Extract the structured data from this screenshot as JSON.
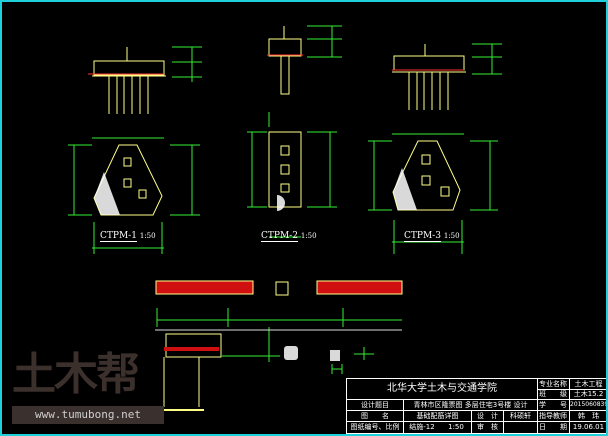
{
  "details": [
    {
      "name": "CTPM-1",
      "scale": "1:50"
    },
    {
      "name": "CTPM-2",
      "scale": "1:50"
    },
    {
      "name": "CTPM-3",
      "scale": "1:50"
    }
  ],
  "watermark": {
    "logo": "土木帮",
    "url": "www.tumubong.net"
  },
  "title_block": {
    "school": "北华大学土木与交通学院",
    "design_topic_label": "设计题目",
    "design_topic": "青林市区隆票图 多层住宅3号楼 设计",
    "drawing_name_label": "图　　名",
    "drawing_name": "基础配筋详图",
    "designer_label": "设　计",
    "designer": "科硕轩",
    "drawing_no_label": "图纸编号、比例",
    "drawing_no": "结施-12",
    "scale": "1:50",
    "review_label": "审　核",
    "major_label": "专业名称",
    "major": "土木工程",
    "class_label": "班　　级",
    "class": "土木15.2",
    "student_no_label": "学　　号",
    "student_no": "2015060839",
    "advisor_label": "指导教师",
    "advisor": "韩　玮",
    "date_label": "日　　期",
    "date": "19.06.01"
  },
  "colors": {
    "border": "#1fd0d8",
    "dim": "#33ee33",
    "outline": "#ffff88",
    "rebar": "#ff2020"
  }
}
